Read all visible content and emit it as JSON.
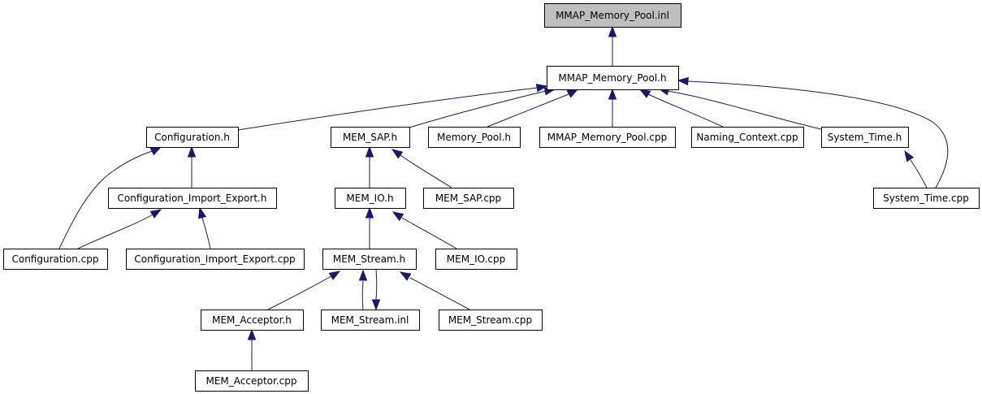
{
  "diagram": {
    "type": "include-dependency-graph",
    "title": "MMAP_Memory_Pool.inl",
    "colors": {
      "edge": "#191970",
      "root_fill": "#bfbfbf",
      "node_fill": "#ffffff",
      "border": "#000000"
    },
    "nodes": [
      {
        "id": "mmap_inl",
        "label": "MMAP_Memory_Pool.inl",
        "root": true
      },
      {
        "id": "mmap_h",
        "label": "MMAP_Memory_Pool.h"
      },
      {
        "id": "config_h",
        "label": "Configuration.h"
      },
      {
        "id": "mem_sap_h",
        "label": "MEM_SAP.h"
      },
      {
        "id": "memory_pool_h",
        "label": "Memory_Pool.h"
      },
      {
        "id": "mmap_cpp",
        "label": "MMAP_Memory_Pool.cpp"
      },
      {
        "id": "naming_cpp",
        "label": "Naming_Context.cpp"
      },
      {
        "id": "systime_h",
        "label": "System_Time.h"
      },
      {
        "id": "cie_h",
        "label": "Configuration_Import_Export.h"
      },
      {
        "id": "mem_io_h",
        "label": "MEM_IO.h"
      },
      {
        "id": "mem_sap_cpp",
        "label": "MEM_SAP.cpp"
      },
      {
        "id": "systime_cpp",
        "label": "System_Time.cpp"
      },
      {
        "id": "config_cpp",
        "label": "Configuration.cpp"
      },
      {
        "id": "cie_cpp",
        "label": "Configuration_Import_Export.cpp"
      },
      {
        "id": "mem_stream_h",
        "label": "MEM_Stream.h"
      },
      {
        "id": "mem_io_cpp",
        "label": "MEM_IO.cpp"
      },
      {
        "id": "mem_acceptor_h",
        "label": "MEM_Acceptor.h"
      },
      {
        "id": "mem_stream_inl",
        "label": "MEM_Stream.inl"
      },
      {
        "id": "mem_stream_cpp",
        "label": "MEM_Stream.cpp"
      },
      {
        "id": "mem_acceptor_cpp",
        "label": "MEM_Acceptor.cpp"
      }
    ],
    "edges": [
      {
        "from": "mmap_h",
        "to": "mmap_inl"
      },
      {
        "from": "config_h",
        "to": "mmap_h"
      },
      {
        "from": "mem_sap_h",
        "to": "mmap_h"
      },
      {
        "from": "memory_pool_h",
        "to": "mmap_h"
      },
      {
        "from": "mmap_cpp",
        "to": "mmap_h"
      },
      {
        "from": "naming_cpp",
        "to": "mmap_h"
      },
      {
        "from": "systime_h",
        "to": "mmap_h"
      },
      {
        "from": "systime_cpp",
        "to": "mmap_h"
      },
      {
        "from": "cie_h",
        "to": "config_h"
      },
      {
        "from": "config_cpp",
        "to": "config_h"
      },
      {
        "from": "config_cpp",
        "to": "cie_h"
      },
      {
        "from": "cie_cpp",
        "to": "cie_h"
      },
      {
        "from": "mem_io_h",
        "to": "mem_sap_h"
      },
      {
        "from": "mem_sap_cpp",
        "to": "mem_sap_h"
      },
      {
        "from": "systime_cpp",
        "to": "systime_h"
      },
      {
        "from": "mem_stream_h",
        "to": "mem_io_h"
      },
      {
        "from": "mem_io_cpp",
        "to": "mem_io_h"
      },
      {
        "from": "mem_acceptor_h",
        "to": "mem_stream_h"
      },
      {
        "from": "mem_stream_inl",
        "to": "mem_stream_h"
      },
      {
        "from": "mem_stream_h",
        "to": "mem_stream_inl"
      },
      {
        "from": "mem_stream_cpp",
        "to": "mem_stream_h"
      },
      {
        "from": "mem_acceptor_cpp",
        "to": "mem_acceptor_h"
      }
    ]
  }
}
